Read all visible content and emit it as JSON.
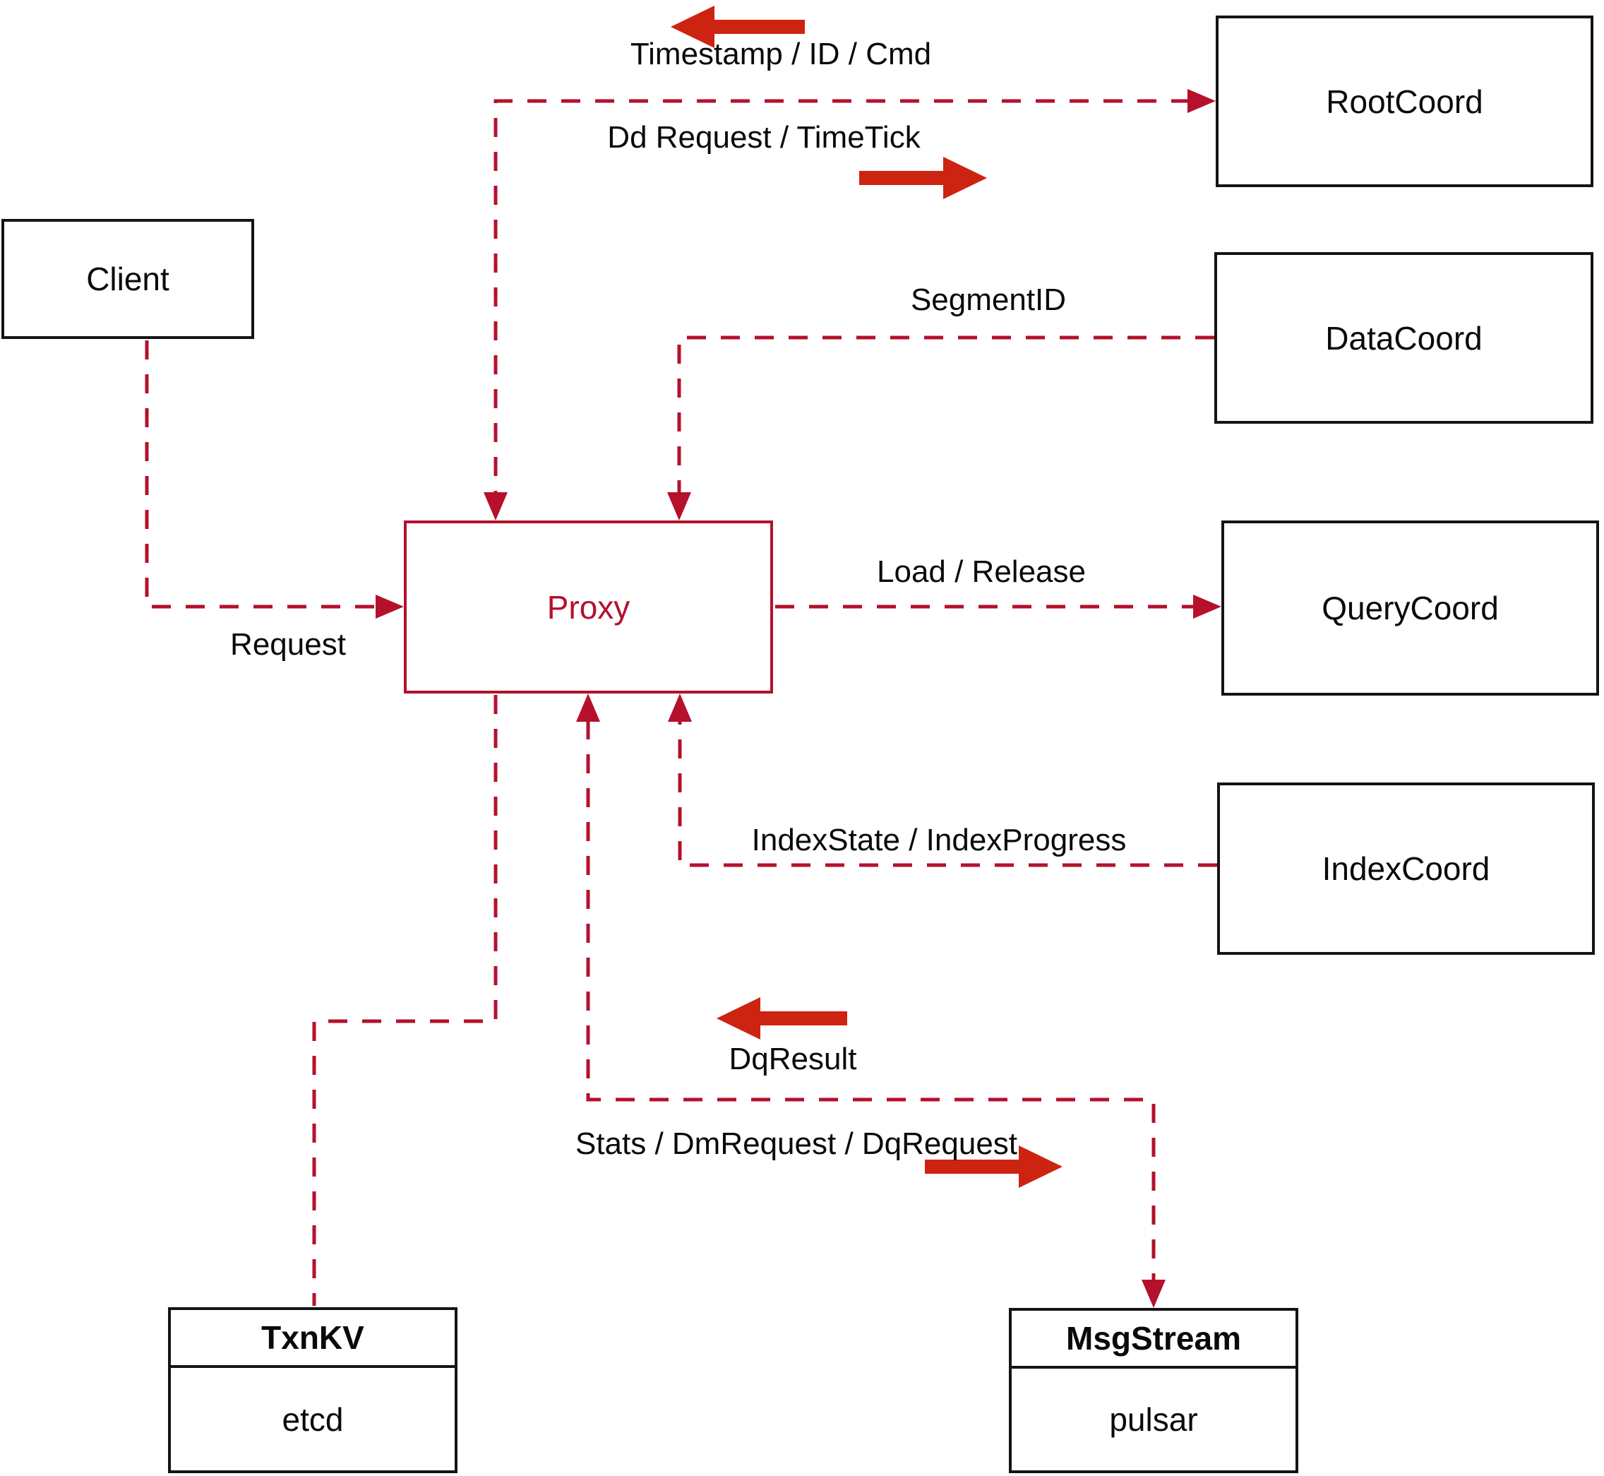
{
  "diagram": {
    "title": "Proxy interaction diagram",
    "colors": {
      "dashed_line": "#b5102c",
      "solid_arrow": "#cd2411",
      "box_border": "#141414",
      "proxy_accent": "#b5102c",
      "background": "#ffffff"
    },
    "nodes": {
      "client": {
        "label": "Client"
      },
      "proxy": {
        "label": "Proxy"
      },
      "root_coord": {
        "label": "RootCoord"
      },
      "data_coord": {
        "label": "DataCoord"
      },
      "query_coord": {
        "label": "QueryCoord"
      },
      "index_coord": {
        "label": "IndexCoord"
      },
      "txn_kv": {
        "title": "TxnKV",
        "impl": "etcd"
      },
      "msg_stream": {
        "title": "MsgStream",
        "impl": "pulsar"
      }
    },
    "edge_labels": {
      "timestamp_id_cmd": "Timestamp / ID / Cmd",
      "dd_request_timetick": "Dd Request / TimeTick",
      "segment_id": "SegmentID",
      "request": "Request",
      "load_release": "Load / Release",
      "index_state_progress": "IndexState / IndexProgress",
      "dq_result": "DqResult",
      "stats_dm_dq": "Stats / DmRequest / DqRequest"
    }
  }
}
